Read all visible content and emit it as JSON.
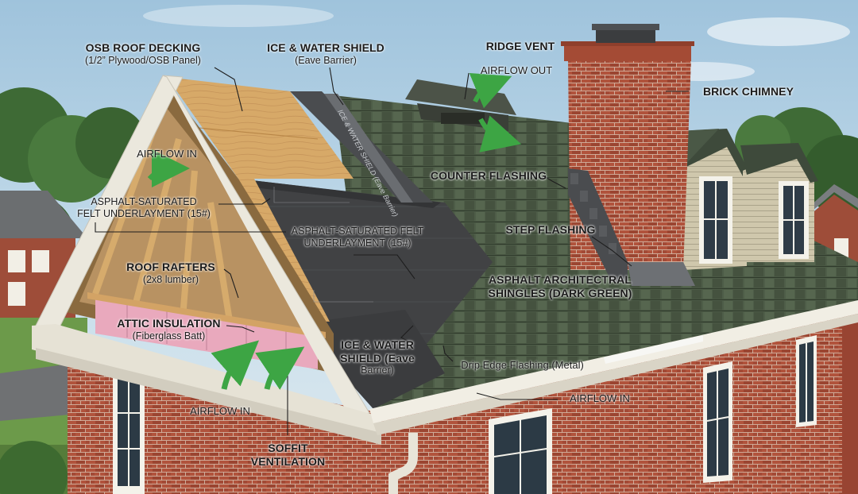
{
  "labels": {
    "osb": {
      "title": "OSB ROOF DECKING",
      "sub": "(1/2” Plywood/OSB Panel)"
    },
    "ice_top": {
      "title": "ICE & WATER SHIELD",
      "sub": "(Eave Barrier)"
    },
    "ridge_vent": {
      "title": "RIDGE VENT"
    },
    "airflow_out": {
      "text": "AIRFLOW OUT"
    },
    "brick_chimney": {
      "title": "BRICK CHIMNEY"
    },
    "airflow_in_attic": {
      "text": "AIRFLOW IN"
    },
    "felt_left": {
      "line1": "ASPHALT-SATURATED",
      "line2": "FELT UNDERLAYMENT (15#)"
    },
    "felt_mid": {
      "line1": "ASPHALT-SATURATED FELT",
      "line2": "UNDERLAYMENT (15#)"
    },
    "counter_flashing": {
      "title": "COUNTER FLASHING"
    },
    "step_flashing": {
      "title": "STEP FLASHING"
    },
    "roof_rafters": {
      "title": "ROOF RAFTERS",
      "sub": "(2x8 lumber)"
    },
    "shingles": {
      "line1": "ASPHALT ARCHITECTRAL",
      "line2": "SHINGLES (DARK GREEN)"
    },
    "attic_insulation": {
      "title": "ATTIC INSULATION",
      "sub": "(Fiberglass Batt)"
    },
    "ice_bottom": {
      "line1": "ICE & WATER",
      "line2": "SHIELD (Eave",
      "line3": "Barrier)"
    },
    "drip_edge": {
      "text": "Drip Edge Flashing (Metal)"
    },
    "airflow_in_gutter": {
      "text": "AIRFLOW IN"
    },
    "airflow_in_soffit": {
      "text": "AIRFLOW IN"
    },
    "soffit": {
      "line1": "SOFFIT",
      "line2": "VENTILATION"
    },
    "membrane_print": {
      "text": "ICE & WATER SHIELD (Eave Barrier)"
    }
  },
  "colors": {
    "sky": "#bcd6e6",
    "osb": "#d9ad6c",
    "felt": "#3e3f40",
    "shingle": "#4c5a46",
    "brick": "#a84b35",
    "trim": "#e4e0d3",
    "airflow_arrow": "#3da544",
    "insulation": "#e9a9bd"
  },
  "icons": [
    "airflow-arrow-icon"
  ]
}
